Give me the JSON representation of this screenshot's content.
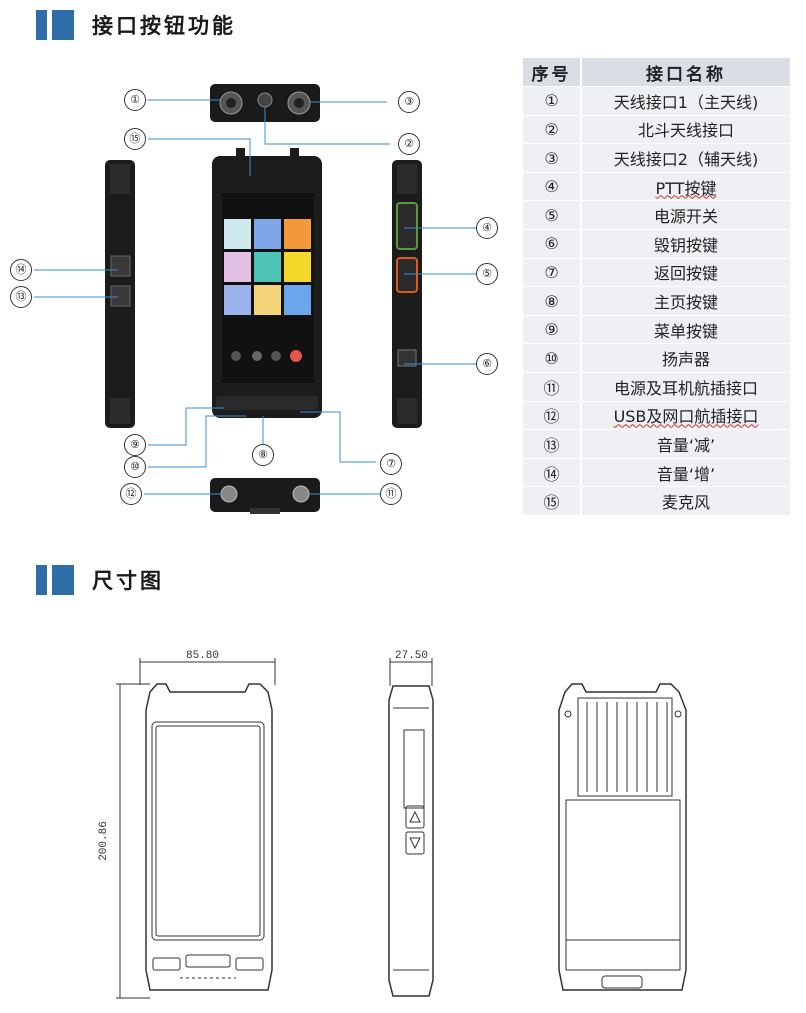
{
  "sections": {
    "interface_title": "接口按钮功能",
    "dimension_title": "尺寸图"
  },
  "table": {
    "headers": [
      "序号",
      "接口名称"
    ],
    "rows": [
      {
        "num": "①",
        "name": "天线接口1（主天线)"
      },
      {
        "num": "②",
        "name": "北斗天线接口"
      },
      {
        "num": "③",
        "name": "天线接口2（辅天线)"
      },
      {
        "num": "④",
        "name": "PTT按键"
      },
      {
        "num": "⑤",
        "name": "电源开关"
      },
      {
        "num": "⑥",
        "name": "毁钥按键"
      },
      {
        "num": "⑦",
        "name": "返回按键"
      },
      {
        "num": "⑧",
        "name": "主页按键"
      },
      {
        "num": "⑨",
        "name": "菜单按键"
      },
      {
        "num": "⑩",
        "name": "扬声器"
      },
      {
        "num": "⑪",
        "name": "电源及耳机航插接口"
      },
      {
        "num": "⑫",
        "name": "USB及网口航插接口"
      },
      {
        "num": "⑬",
        "name": "音量‘减’"
      },
      {
        "num": "⑭",
        "name": "音量‘增’"
      },
      {
        "num": "⑮",
        "name": "麦克风"
      }
    ]
  },
  "callouts": {
    "c1": "①",
    "c2": "②",
    "c3": "③",
    "c4": "④",
    "c5": "⑤",
    "c6": "⑥",
    "c7": "⑦",
    "c8": "⑧",
    "c9": "⑨",
    "c10": "⑩",
    "c11": "⑪",
    "c12": "⑫",
    "c13": "⑬",
    "c14": "⑭",
    "c15": "⑮"
  },
  "dimensions": {
    "width": "85.80",
    "height": "200.86",
    "depth": "27.50"
  },
  "colors": {
    "accent": "#2e6da8",
    "device_body": "#1c1c1c",
    "ptt_highlight": "#5a9a3a",
    "power_highlight": "#e05a20"
  }
}
